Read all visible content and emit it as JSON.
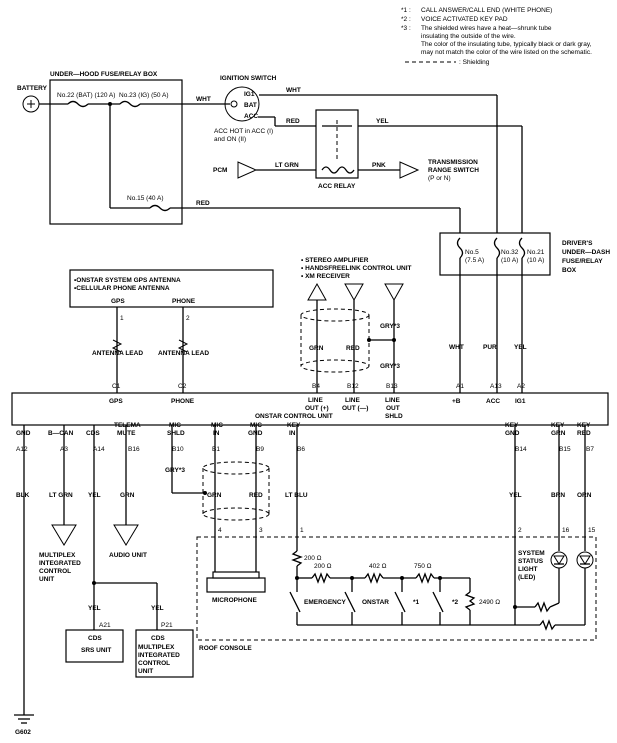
{
  "notes": {
    "n1_mark": "*1 :",
    "n1_text": "CALL ANSWER/CALL END (WHITE PHONE)",
    "n2_mark": "*2 :",
    "n2_text": "VOICE ACTIVATED KEY PAD",
    "n3_mark": "*3 :",
    "n3_line1": "The shielded wires have a heat—shrunk tube",
    "n3_line2": "insulating the outside of the wire.",
    "n3_line3": "The color of the insulating tube, typically black or dark gray,",
    "n3_line4": "may not match the color of the wire listed on the schematic.",
    "shield_legend": ": Shielding"
  },
  "power": {
    "battery": "BATTERY",
    "underhood_box": "UNDER—HOOD FUSE/RELAY BOX",
    "fuse22": "No.22 (BAT) (120 A)",
    "fuse23": "No.23 (IG) (50 A)",
    "fuse15": "No.15 (40 A)",
    "ign_switch": "IGNITION SWITCH",
    "ig1": "IG1",
    "bat": "BAT",
    "acc": "ACC",
    "acc_note1": "ACC HOT in ACC (I)",
    "acc_note2": "and ON (II)",
    "wire_wht": "WHT",
    "wire_wht2": "WHT",
    "wire_red": "RED",
    "wire_red2": "RED",
    "wire_yel": "YEL",
    "pcm": "PCM",
    "wire_ltgrn": "LT GRN",
    "wire_pnk": "PNK",
    "acc_relay": "ACC RELAY",
    "trans_switch1": "TRANSMISSION",
    "trans_switch2": "RANGE SWITCH",
    "trans_switch3": "(P or N)"
  },
  "dash_box": {
    "title1": "DRIVER'S",
    "title2": "UNDER—DASH",
    "title3": "FUSE/RELAY",
    "title4": "BOX",
    "f5_name": "No.5",
    "f5_amp": "(7.5 A)",
    "f32_name": "No.32",
    "f32_amp": "(10 A)",
    "f21_name": "No.21",
    "f21_amp": "(10 A)",
    "w_wht": "WHT",
    "w_pur": "PUR",
    "w_yel": "YEL"
  },
  "antenna": {
    "line1": "•ONSTAR SYSTEM GPS ANTENNA",
    "line2": "•CELLULAR PHONE ANTENNA",
    "gps": "GPS",
    "phone": "PHONE",
    "pin1": "1",
    "pin2": "2",
    "lead1": "ANTENNA LEAD",
    "lead2": "ANTENNA LEAD"
  },
  "stereo": {
    "l1": "• STEREO AMPLIFIER",
    "l2": "• HANDSFREELINK CONTROL UNIT",
    "l3": "• XM RECEIVER",
    "grn": "GRN",
    "red": "RED",
    "gry1": "GRY*3",
    "gry2": "GRY*3"
  },
  "ctrl": {
    "name": "ONSTAR CONTROL UNIT",
    "c1": "C1",
    "c2": "C2",
    "gps": "GPS",
    "phone": "PHONE",
    "b4": "B4",
    "b12": "B12",
    "b13": "B13",
    "a1": "A1",
    "a13": "A13",
    "a2": "A2",
    "lo_plus_1": "LINE",
    "lo_plus_2": "OUT (+)",
    "lo_minus_1": "LINE",
    "lo_minus_2": "OUT (—)",
    "lo_sh_1": "LINE",
    "lo_sh_2": "OUT",
    "lo_sh_3": "SHLD",
    "plus_b": "+B",
    "accp": "ACC",
    "ig1": "IG1",
    "gnd": "GND",
    "bcan": "B—CAN",
    "cds": "CDS",
    "telema1": "TELEMA",
    "telema2": "MUTE",
    "micsh1": "MIC",
    "micsh2": "SHLD",
    "micin1": "MIC",
    "micin2": "IN",
    "micg1": "MIC",
    "micg2": "GND",
    "key1": "KEY",
    "key2": "IN",
    "kg1": "KEY",
    "kg2": "GND",
    "kgrn1": "KEY",
    "kgrn2": "GRN",
    "kred1": "KEY",
    "kred2": "RED",
    "a12": "A12",
    "a3": "A3",
    "a14": "A14",
    "b16": "B16",
    "b10": "B10",
    "b1": "B1",
    "b9": "B9",
    "b6": "B6",
    "b14": "B14",
    "b15": "B15",
    "b7": "B7"
  },
  "wires_low": {
    "blk": "BLK",
    "ltgrn": "LT GRN",
    "yel": "YEL",
    "grn": "GRN",
    "gry": "GRY*3",
    "grn2": "GRN",
    "red": "RED",
    "ltblu": "LT BLU",
    "yel2": "YEL",
    "brn": "BRN",
    "orn": "ORN",
    "yel_a": "YEL",
    "yel_b": "YEL"
  },
  "units": {
    "mux1": "MULTIPLEX",
    "mux2": "INTEGRATED",
    "mux3": "CONTROL",
    "mux4": "UNIT",
    "audio": "AUDIO UNIT",
    "a21": "A21",
    "p21": "P21",
    "cds1": "CDS",
    "srs": "SRS UNIT",
    "cds2": "CDS",
    "mux2_1": "MULTIPLEX",
    "mux2_2": "INTEGRATED",
    "mux2_3": "CONTROL",
    "mux2_4": "UNIT",
    "ground": "G602"
  },
  "console": {
    "microphone": "MICROPHONE",
    "roof": "ROOF CONSOLE",
    "pin4": "4",
    "pin3": "3",
    "pin1": "1",
    "pin2": "2",
    "pin16": "16",
    "pin15": "15",
    "r200a": "200 Ω",
    "r200b": "200 Ω",
    "r402": "402 Ω",
    "r750": "750 Ω",
    "r2490": "2490 Ω",
    "emergency": "EMERGENCY",
    "onstar": "ONSTAR",
    "sw1": "*1",
    "sw2": "*2",
    "led1": "SYSTEM",
    "led2": "STATUS",
    "led3": "LIGHT",
    "led4": "(LED)"
  }
}
